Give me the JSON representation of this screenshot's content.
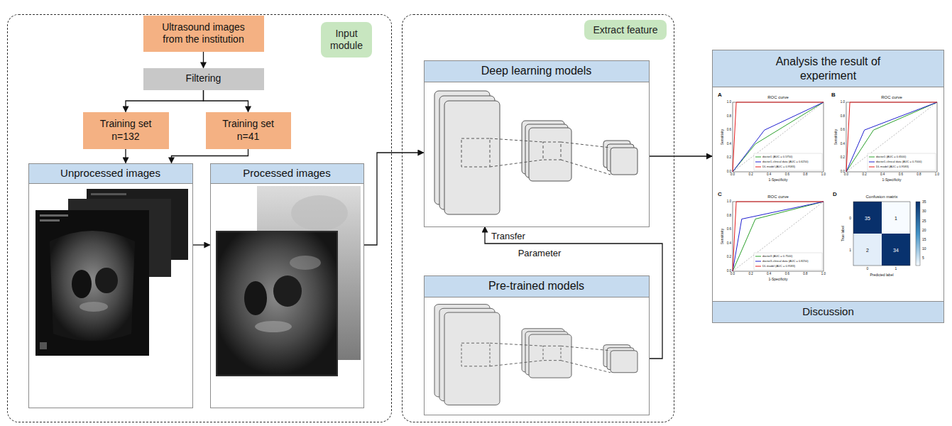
{
  "diagram": {
    "nodes": [
      {
        "text": [
          "Input module"
        ]
      },
      {
        "text": [
          "Ultrasound images from the institution"
        ],
        "in": 0
      },
      {
        "text": [
          "Filtering"
        ],
        "in": 0
      },
      {
        "text": [
          "Training set n=132"
        ],
        "in": 0
      },
      {
        "text": [
          "Training set n=41"
        ],
        "in": 0
      },
      {
        "text": [
          "Unprocessed images"
        ],
        "in": 0
      },
      {
        "text": [
          "Processed images"
        ],
        "in": 0
      },
      {
        "text": [
          "Extract feature"
        ]
      },
      {
        "text": [
          "Deep learning models"
        ],
        "in": 7
      },
      {
        "text": [
          "Pre-trained models"
        ],
        "in": 7
      },
      {
        "text": [
          "Analysis the result of experiment"
        ]
      },
      {
        "text": [
          "Discussion"
        ],
        "in": 10
      }
    ],
    "edges": [
      {
        "from": 1,
        "to": 2,
        "arrow": "to"
      },
      {
        "from": 2,
        "to": 3,
        "arrow": "to"
      },
      {
        "from": 2,
        "to": 4,
        "arrow": "to"
      },
      {
        "from": 3,
        "to": 5,
        "arrow": "to"
      },
      {
        "from": 4,
        "to": 5,
        "arrow": "to"
      },
      {
        "from": 5,
        "to": 6,
        "arrow": "to"
      },
      {
        "from": 6,
        "to": 8,
        "arrow": "to"
      },
      {
        "from": 9,
        "to": 8,
        "label": "Transfer",
        "arrow": "to"
      },
      {
        "from": 8,
        "to": 10,
        "arrow": "to"
      }
    ],
    "labels": [
      "Parameter",
      "A",
      "ROC curve",
      "Sensitivity",
      "1-Specificity",
      "0.0",
      "0.2",
      "0.4",
      "0.6",
      "0.8",
      "1.0",
      "0.0",
      "0.2",
      "0.4",
      "0.6",
      "0.8",
      "1.0",
      "B",
      "ROC curve",
      "Sensitivity",
      "1-Specificity",
      "0.0",
      "0.2",
      "0.4",
      "0.6",
      "0.8",
      "1.0",
      "0.0",
      "0.2",
      "0.4",
      "0.6",
      "0.8",
      "1.0",
      "C",
      "ROC curve",
      "Sensitivity",
      "1-Specificity",
      "0.0",
      "0.2",
      "0.4",
      "0.6",
      "0.8",
      "1.0",
      "0.0",
      "0.2",
      "0.4",
      "0.6",
      "0.8",
      "1.0",
      "D",
      "Confusion matrix",
      "True label",
      "Predicted label",
      "0",
      "1",
      "0",
      "1",
      "35",
      "1",
      "2",
      "34",
      "35",
      "30",
      "25",
      "20",
      "15",
      "10",
      "5"
    ],
    "legend": [
      {
        "text": "doctor1 (AUC = 0.5750)"
      },
      {
        "text": "doctor1-clinical data (AUC = 0.6250)"
      },
      {
        "text": "DL model (AUC = 0.9583)"
      },
      {
        "text": "doctor1 (AUC = 0.6500)"
      },
      {
        "text": "doctor1-clinical data (AUC = 0.7000)"
      },
      {
        "text": "DL model (AUC = 0.9583)"
      },
      {
        "text": "doctor3 (AUC = 0.7500)"
      },
      {
        "text": "doctor3-clinical data (AUC = 0.8250)"
      },
      {
        "text": "DL model (AUC = 0.9583)"
      }
    ]
  }
}
